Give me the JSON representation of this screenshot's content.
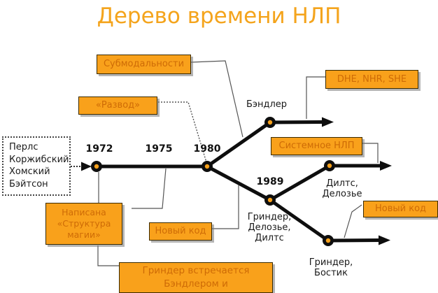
{
  "title": "Дерево времени НЛП",
  "origin": {
    "line1": "Перлс",
    "line2": "Коржибский",
    "line3": "Хомский",
    "line4": "Бэйтсон"
  },
  "years": {
    "y1972": "1972",
    "y1975": "1975",
    "y1980": "1980",
    "y1989": "1989"
  },
  "callouts": {
    "submodalities": "Субмодальности",
    "razvod": "«Развод»",
    "dhe": "DHE, NHR, SHE",
    "systemic": "Системное НЛП",
    "new_code_left": "Новый код",
    "new_code_right": "Новый код",
    "structure": {
      "line1": "Написана",
      "line2": "«Структура",
      "line3": "магии»"
    },
    "grinder_meets": {
      "line1": "Гриндер встречается",
      "line2": "Бэндлером и"
    }
  },
  "nodes": {
    "bandler": "Бэндлер",
    "dilts": {
      "line1": "Дилтс,",
      "line2": "Делозье"
    },
    "grinder_delozier": {
      "line1": "Гриндер,",
      "line2": "Делозье,",
      "line3": "Дилтс"
    },
    "grinder_bostic": {
      "line1": "Гриндер,",
      "line2": "Бостик"
    }
  },
  "colors": {
    "accent_orange": "#F9A11B",
    "title_orange": "#F4A41C",
    "box_text_orange": "#CE6B06",
    "line_black": "#0E0E0E",
    "connector_gray": "#555555"
  }
}
